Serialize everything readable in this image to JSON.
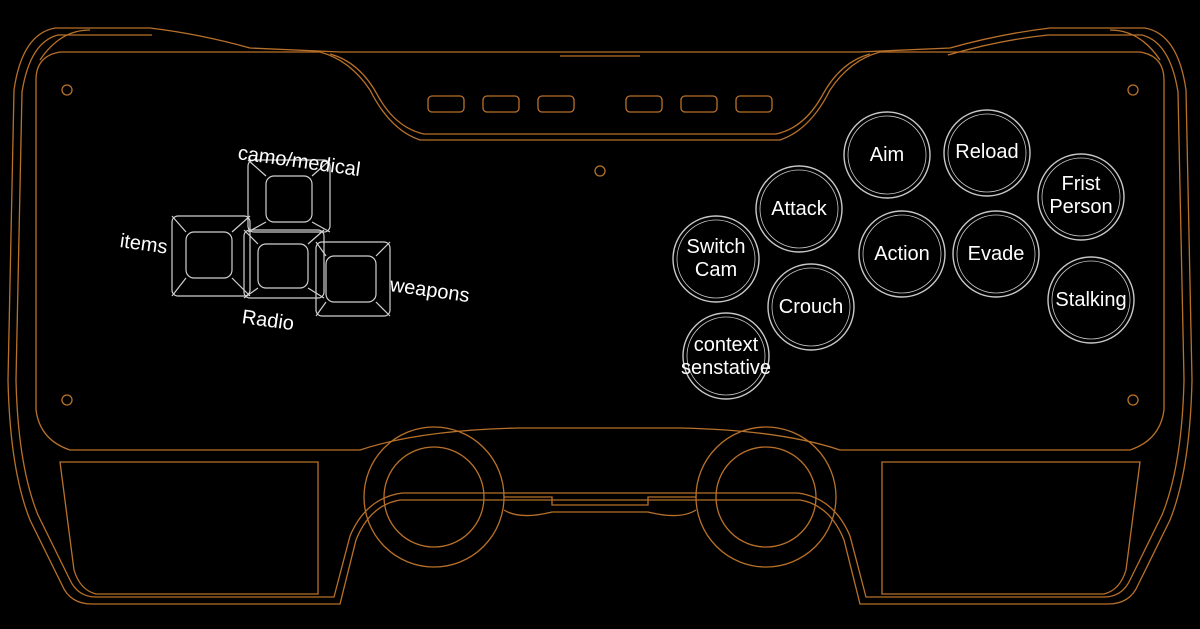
{
  "colors": {
    "background": "#000000",
    "outline": "#b8712a",
    "button_ring": "#c8c8c8",
    "text": "#ffffff"
  },
  "dpad_labels": {
    "up": "camo/medical",
    "left": "items",
    "down": "Radio",
    "right": "weapons"
  },
  "buttons": {
    "aim": "Aim",
    "reload": "Reload",
    "first_person": [
      "Frist",
      "Person"
    ],
    "attack": "Attack",
    "action": "Action",
    "evade": "Evade",
    "switch_cam": [
      "Switch",
      "Cam"
    ],
    "crouch": "Crouch",
    "stalking": "Stalking",
    "context": [
      "context",
      "senstative"
    ]
  }
}
